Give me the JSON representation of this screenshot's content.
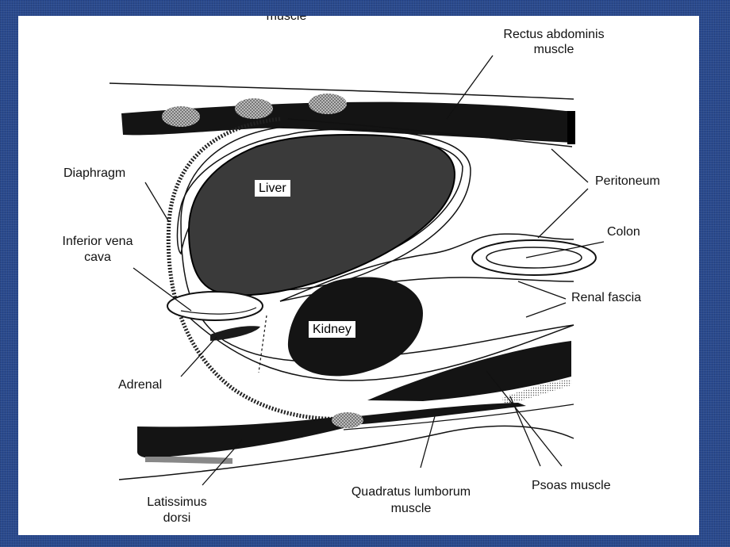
{
  "labels": {
    "top_cut": "muscle",
    "rectus_1": "Rectus abdominis",
    "rectus_2": "muscle",
    "diaphragm": "Diaphragm",
    "peritoneum": "Peritoneum",
    "ivc_1": "Inferior vena",
    "ivc_2": "cava",
    "colon": "Colon",
    "renal_fascia": "Renal fascia",
    "adrenal": "Adrenal",
    "latissimus_1": "Latissimus",
    "latissimus_2": "dorsi",
    "quadratus_1": "Quadratus lumborum",
    "quadratus_2": "muscle",
    "psoas": "Psoas muscle",
    "liver": "Liver",
    "kidney": "Kidney"
  },
  "colors": {
    "background": "#2a4a8e",
    "figure": "#ffffff",
    "ink": "#111111"
  }
}
